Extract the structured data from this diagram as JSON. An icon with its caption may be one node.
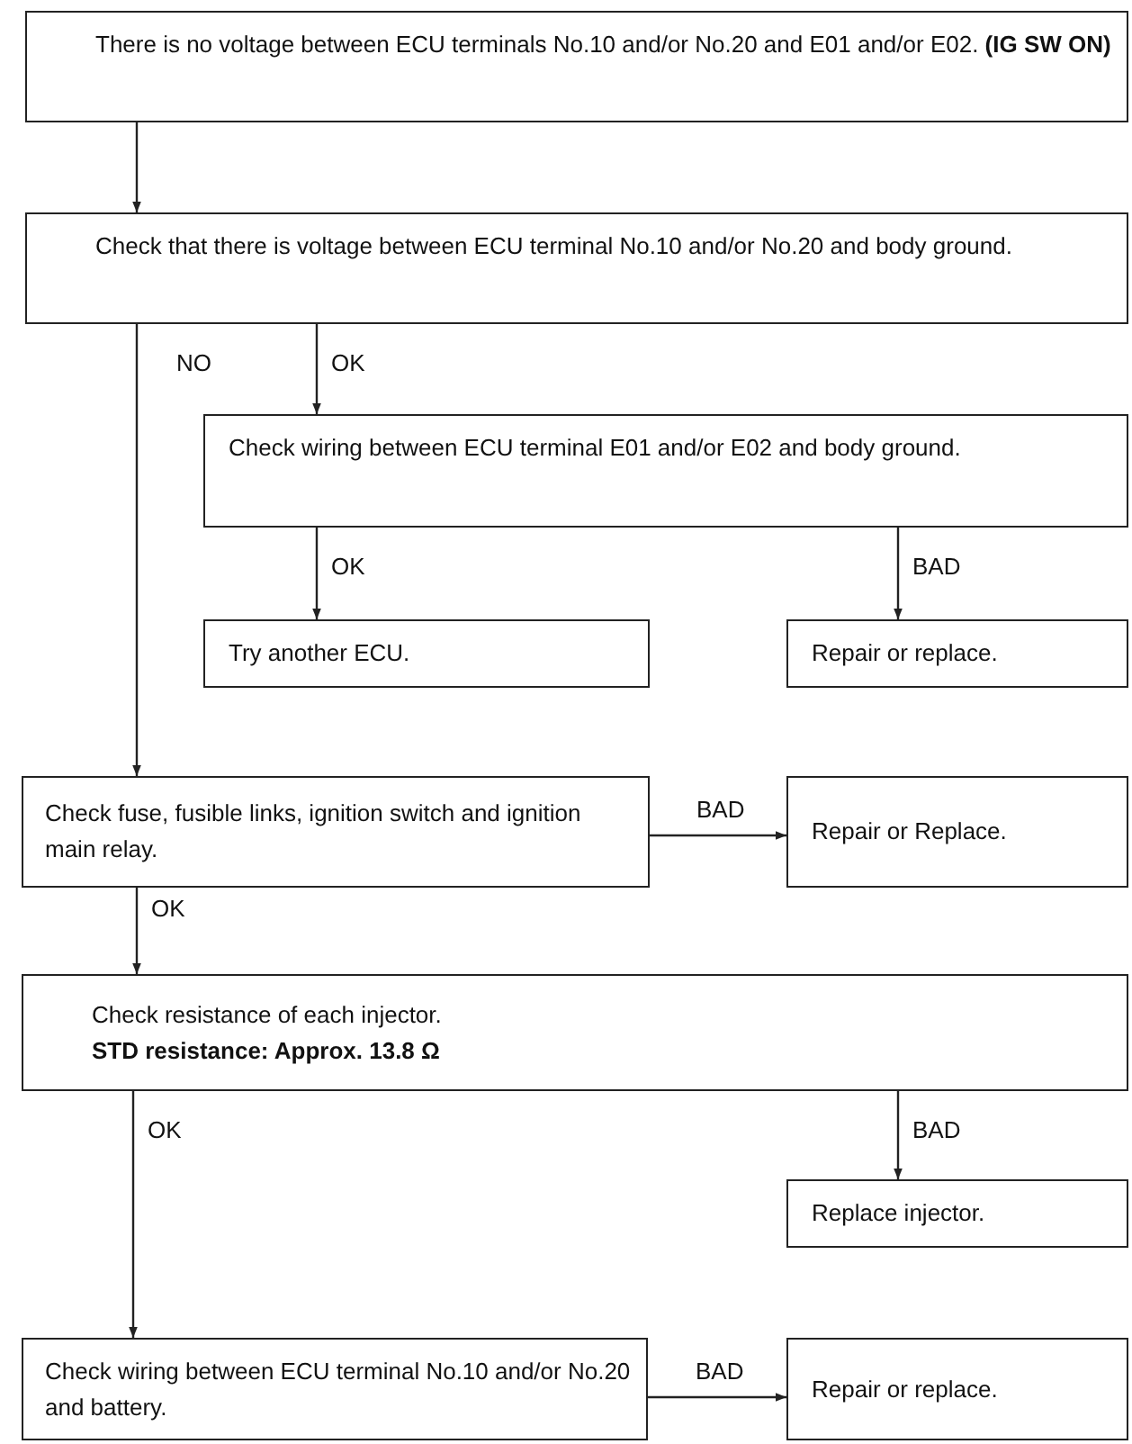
{
  "diagram": {
    "nodes": [
      {
        "text": [
          "There is no voltage between ECU terminals No.10 and/or No.20 and E01 and/or E02. **(IG SW ON)**"
        ]
      },
      {
        "text": [
          "Check that there is voltage between ECU terminal No.10 and/or No.20 and body ground."
        ]
      },
      {
        "text": [
          "Check wiring between ECU terminal E01 and/or E02 and body ground."
        ]
      },
      {
        "text": [
          "Try another ECU."
        ]
      },
      {
        "text": [
          "Repair or replace."
        ]
      },
      {
        "text": [
          "Check fuse, fusible links, ignition switch and ignition main relay."
        ]
      },
      {
        "text": [
          "Repair or Replace."
        ]
      },
      {
        "text": [
          "Check resistance of each injector.",
          "STD resistance:   Approx. 13.8 Ω"
        ]
      },
      {
        "text": [
          "Replace injector."
        ]
      },
      {
        "text": [
          "Check wiring between ECU terminal No.10 and/or No.20 and battery."
        ]
      },
      {
        "text": [
          "Repair or replace."
        ]
      }
    ],
    "edges": [
      {
        "from": 0,
        "to": 1,
        "arrow": "to"
      },
      {
        "from": 1,
        "to": 2,
        "arrow": "to",
        "label": "OK"
      },
      {
        "from": 1,
        "to": 5,
        "arrow": "to",
        "label": "NO"
      },
      {
        "from": 2,
        "to": 3,
        "arrow": "to",
        "label": "OK"
      },
      {
        "from": 2,
        "to": 4,
        "arrow": "to",
        "label": "BAD"
      },
      {
        "from": 5,
        "to": 6,
        "arrow": "to",
        "label": "BAD"
      },
      {
        "from": 5,
        "to": 7,
        "arrow": "to",
        "label": "OK"
      },
      {
        "from": 7,
        "to": 8,
        "arrow": "to",
        "label": "BAD"
      },
      {
        "from": 7,
        "to": 9,
        "arrow": "to",
        "label": "OK"
      },
      {
        "from": 9,
        "to": 10,
        "arrow": "to",
        "label": "BAD"
      }
    ]
  }
}
